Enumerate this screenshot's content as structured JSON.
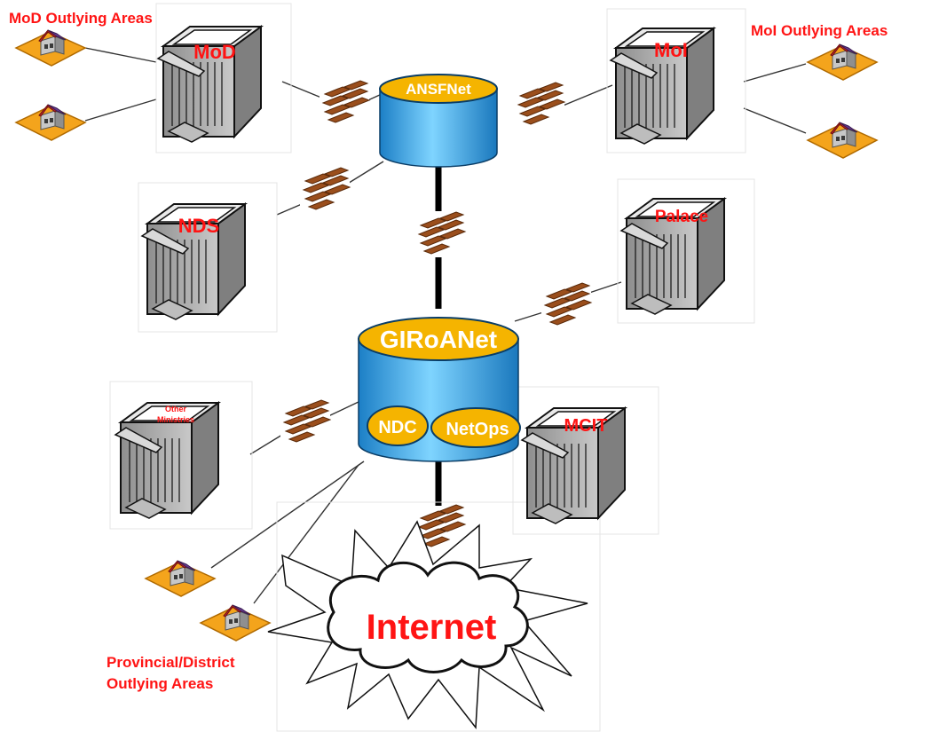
{
  "buildings": {
    "mod": "MoD",
    "moi": "MoI",
    "nds": "NDS",
    "palace": "Palace",
    "other_ministries_line1": "Other",
    "other_ministries_line2": "Ministries",
    "mcit": "MCIT"
  },
  "networks": {
    "ansfnet": "ANSFNet",
    "giroanet": "GIRoANet",
    "ndc": "NDC",
    "netops": "NetOps"
  },
  "areas": {
    "mod_outlying": "MoD Outlying Areas",
    "moi_outlying": "MoI Outlying Areas",
    "provincial_line1": "Provincial/District",
    "provincial_line2": "Outlying Areas"
  },
  "internet": "Internet",
  "colors": {
    "label_red": "#ff1414",
    "db_blue": "#2ea8e6",
    "db_orange": "#f5b400",
    "firewall_brown": "#9a4e1c",
    "building_gray": "#b9b9b9",
    "house_pad": "#f4a41c"
  }
}
